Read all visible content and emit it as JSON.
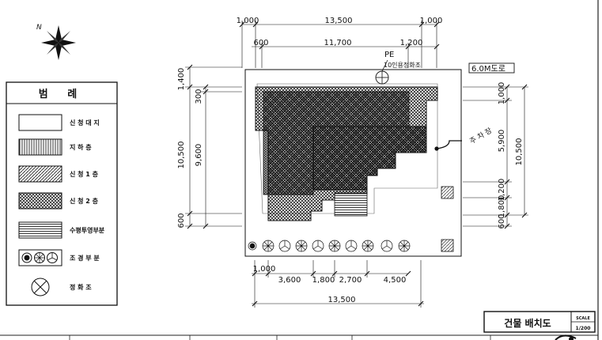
{
  "legend": {
    "title": "범 례",
    "items": [
      {
        "key": "site",
        "label": "신 청 대 지"
      },
      {
        "key": "basement",
        "label": "지 하 층"
      },
      {
        "key": "floor1",
        "label": "신 청 1 층"
      },
      {
        "key": "floor2",
        "label": "신 청 2 층"
      },
      {
        "key": "pond",
        "label": "수평투영부분"
      },
      {
        "key": "landscape",
        "label": "조 경 부 분"
      },
      {
        "key": "septic",
        "label": "정 화 조"
      }
    ]
  },
  "dimensions": {
    "top_outer": [
      "1,000",
      "13,500",
      "1,000"
    ],
    "top_inner": [
      "600",
      "11,700",
      "1,200"
    ],
    "left_outer": [
      "1,400",
      "10,500",
      "600"
    ],
    "left_inner": [
      "300",
      "9,600"
    ],
    "right_inner": [
      "1,000",
      "5,900",
      "1,200",
      "1,800",
      "600"
    ],
    "right_total": "10,500",
    "bottom_start": "1,000",
    "bottom_segments": [
      "3,600",
      "1,800",
      "2,700",
      "4,500"
    ],
    "bottom_total": "13,500"
  },
  "labels": {
    "pe": "PE",
    "septic_note": "10인용정화조",
    "road": "6.0M도로",
    "parking": "주 차 장"
  },
  "title_block": {
    "title": "건물 배치도",
    "scale_label": "SCALE",
    "scale_value": "1/200"
  },
  "compass": {
    "letter": "N"
  }
}
